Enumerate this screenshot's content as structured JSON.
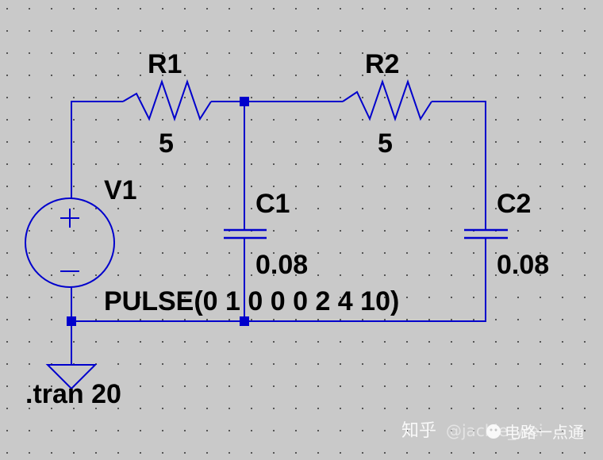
{
  "schematic": {
    "source": {
      "name": "V1",
      "value": "PULSE(0 1 0 0 0 2 4 10)"
    },
    "resistors": [
      {
        "name": "R1",
        "value": "5"
      },
      {
        "name": "R2",
        "value": "5"
      }
    ],
    "capacitors": [
      {
        "name": "C1",
        "value": "0.08"
      },
      {
        "name": "C2",
        "value": "0.08"
      }
    ],
    "directive": ".tran 20"
  },
  "watermark": {
    "platform": "知乎",
    "author": "@jackie_wei",
    "account": "电路一点通"
  },
  "colors": {
    "background": "#c9c9c9",
    "grid_dot": "#555555",
    "wire": "#0000cc",
    "node": "#0000cc",
    "text": "#000000"
  }
}
